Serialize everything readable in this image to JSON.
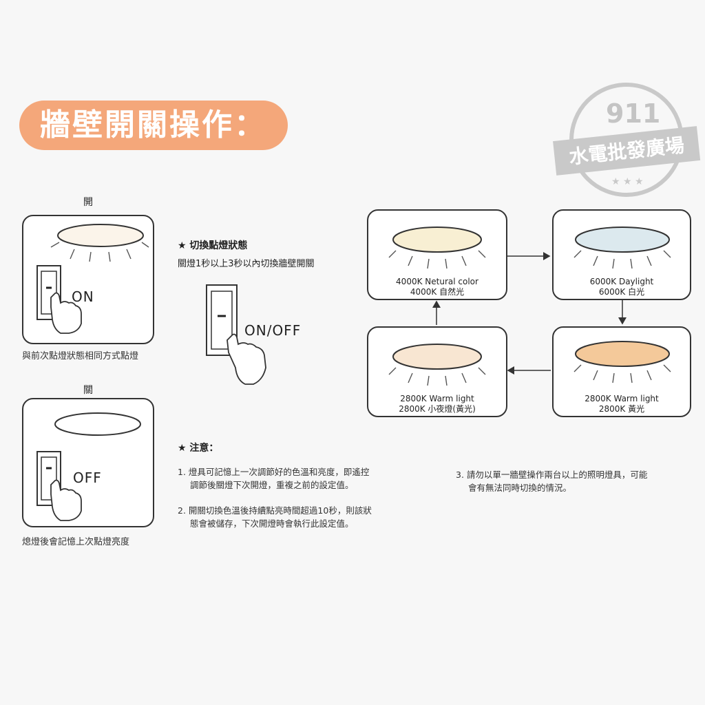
{
  "title": "牆壁開關操作：",
  "stamp": {
    "logo_number": "911",
    "logo_text": "水電批發廣場"
  },
  "on_panel": {
    "label": "開",
    "switch_text": "ON",
    "caption": "與前次點燈狀態相同方式點燈"
  },
  "off_panel": {
    "label": "關",
    "switch_text": "OFF",
    "caption": "熄燈後會記憶上次點燈亮度"
  },
  "switch_section": {
    "heading": "★ 切換點燈狀態",
    "subheading": "關燈1秒以上3秒以內切換牆壁開關",
    "switch_text": "ON/OFF"
  },
  "states": [
    {
      "line1": "4000K Netural color",
      "line2": "4000K 自然光",
      "color": "#f8efd3"
    },
    {
      "line1": "6000K  Daylight",
      "line2": "6000K 白光",
      "color": "#dce9ee"
    },
    {
      "line1": "2800K Warm light",
      "line2": "2800K 黃光",
      "color": "#f4c99a"
    },
    {
      "line1": "2800K Warm light",
      "line2": "2800K 小夜燈(黃光)",
      "color": "#f8e6d2"
    }
  ],
  "notes": {
    "heading": "★ 注意：",
    "items": [
      {
        "num": "1.",
        "line1": "燈具可記憶上一次調節好的色溫和亮度，即遙控",
        "line2": "調節後關燈下次開燈，重複之前的設定值。"
      },
      {
        "num": "2.",
        "line1": "開關切換色溫後持續點亮時間超過10秒，則該狀",
        "line2": "態會被儲存，下次開燈時會執行此設定值。"
      },
      {
        "num": "3.",
        "line1": "請勿以單一牆壁操作兩台以上的照明燈具，可能",
        "line2": "會有無法同時切換的情況。"
      }
    ]
  }
}
